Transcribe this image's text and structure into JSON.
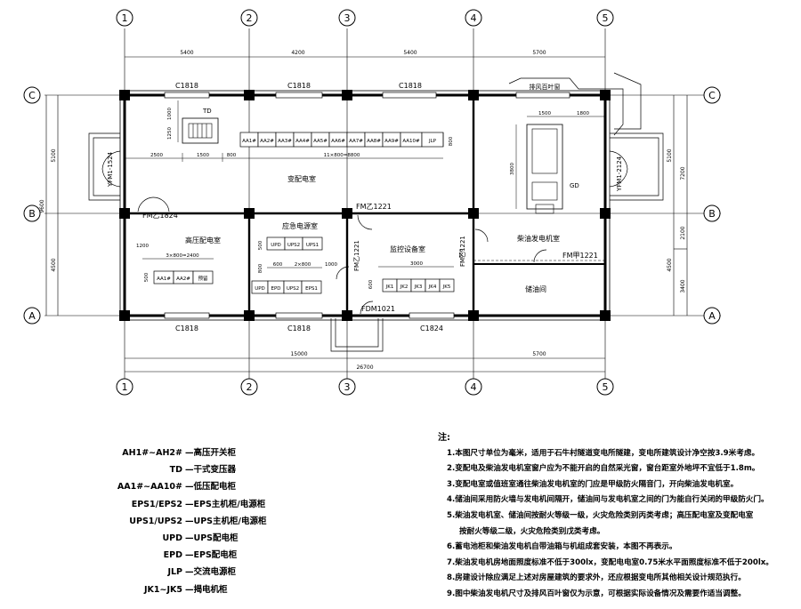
{
  "grid": {
    "columns": [
      "1",
      "2",
      "3",
      "4",
      "5"
    ],
    "rows": [
      "C",
      "B",
      "A"
    ]
  },
  "dimensions": {
    "top": [
      "5400",
      "4200",
      "5400",
      "5700"
    ],
    "bottom": [
      "15000",
      "5700"
    ],
    "total": "26700",
    "left_upper": "5100",
    "left_lower": "4500",
    "left_total": "9600",
    "right_upper": "5100",
    "right_lower": "4500",
    "right_total": "7200",
    "right_mid": "2100",
    "right_bottom": "3400"
  },
  "windows": {
    "top_1": "C1818",
    "top_2": "C1818",
    "top_3": "C1818",
    "louver": "排风百叶窗",
    "bottom_1": "C1818",
    "bottom_2": "C1818",
    "bottom_3": "C1824"
  },
  "doors": {
    "left": "YFM1-1524",
    "right": "YFM1-2124",
    "hv": "FM乙1824",
    "ctrl_top": "FM乙1221",
    "ctrl_side": "FM乙1221",
    "emergency": "FM乙1221",
    "oil": "FM甲1221",
    "entry": "FDM1021"
  },
  "rooms": {
    "transformer": "变配电室",
    "hv": "高压配电室",
    "emergency": "应急电源室",
    "control": "监控设备室",
    "generator": "柴油发电机室",
    "oil": "储油间"
  },
  "equipment": {
    "td": "TD",
    "lv_panels": [
      "AA1#",
      "AA2#",
      "AA3#",
      "AA4#",
      "AA5#",
      "AA6#",
      "AA7#",
      "AA8#",
      "AA9#",
      "AA10#",
      "JLP"
    ],
    "hv_panels": [
      "AA1#",
      "AA2#",
      "预留"
    ],
    "ups_row": [
      "UPD",
      "UPS2",
      "UPS1"
    ],
    "eps_row": [
      "UPD",
      "EPD",
      "UPS2",
      "EPS1"
    ],
    "jk": [
      "JK1",
      "JK2",
      "JK3",
      "JK4",
      "JK5"
    ],
    "gd": "GD"
  },
  "inner_dims": {
    "d1000": "1000",
    "d1250": "1250",
    "d2500": "2500",
    "d1500": "1500",
    "d800a": "800",
    "panel_run": "11×800=8800",
    "d800b": "800",
    "d3800": "3800",
    "d1500b": "1500",
    "d1800": "1800",
    "d1200a": "1200",
    "hv_run": "3×800=2400",
    "d500": "500",
    "d500b": "500",
    "d800c": "800",
    "d600": "600",
    "emerg_run": "2×800",
    "d1000b": "1000",
    "d3000": "3000",
    "d600b": "600",
    "d800d": "800"
  },
  "legend": [
    {
      "code": "AH1#~AH2#",
      "desc": "—高压开关柜"
    },
    {
      "code": "TD",
      "desc": "—干式变压器"
    },
    {
      "code": "AA1#~AA10#",
      "desc": "—低压配电柜"
    },
    {
      "code": "EPS1/EPS2",
      "desc": "—EPS主机柜/电源柜"
    },
    {
      "code": "UPS1/UPS2",
      "desc": "—UPS主机柜/电源柜"
    },
    {
      "code": "UPD",
      "desc": "—UPS配电柜"
    },
    {
      "code": "EPD",
      "desc": "—EPS配电柜"
    },
    {
      "code": "JLP",
      "desc": "—交流电源柜"
    },
    {
      "code": "JK1~JK5",
      "desc": "—揭电机柜"
    }
  ],
  "notes": {
    "title": "注:",
    "items": [
      "1.本图尺寸单位为毫米，适用于石牛村隧道变电所隧建，变电所建筑设计净空按3.9米考虑。",
      "2.变配电及柴油发电机室窗户应为不能开启的自然采光窗，窗台距室外地坪不宜低于1.8m。",
      "3.变配电室或值班室通往柴油发电机室的门应是甲级防火隔音门，开向柴油发电机室。",
      "4.储油间采用防火墙与发电机间隔开，储油间与发电机室之间的门为能自行关闭的甲级防火门。",
      "5.柴油发电机室、储油间按耐火等级一级，火灾危险类别丙类考虑；高压配电室及变配电室",
      "按耐火等级二级，火灾危险类别戊类考虑。",
      "6.蓄电池柜和柴油发电机自带油箱与机组成套安装，本图不再表示。",
      "7.柴油发电机房地面照度标准不低于300lx，变配电电室0.75米水平面照度标准不低于200lx。",
      "8.房建设计除应满足上述对房屋建筑的要求外，还应根据变电所其他相关设计规范执行。",
      "9.图中柴油发电机尺寸及排风百叶窗仅为示意，可根据实际设备情况及需要作适当调整。"
    ]
  }
}
